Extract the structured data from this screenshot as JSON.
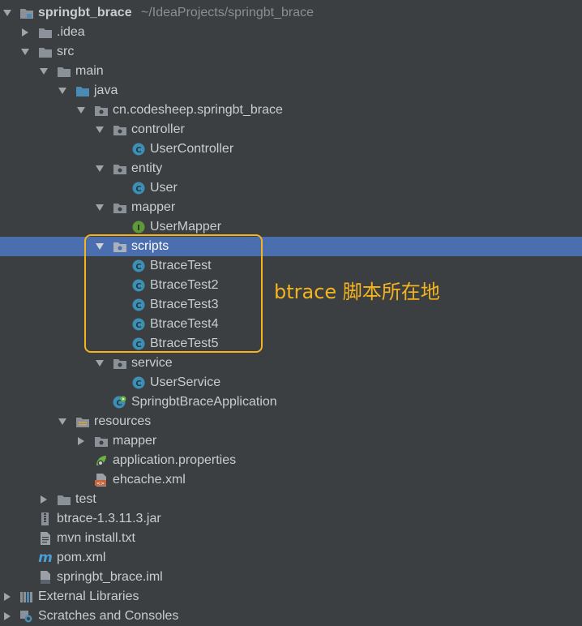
{
  "project": {
    "name": "springbt_brace",
    "path": "~/IdeaProjects/springbt_brace"
  },
  "tree": {
    "idea": ".idea",
    "src": "src",
    "main": "main",
    "java": "java",
    "package": "cn.codesheep.springbt_brace",
    "controller": "controller",
    "user_controller": "UserController",
    "entity": "entity",
    "user": "User",
    "mapper": "mapper",
    "user_mapper": "UserMapper",
    "scripts": "scripts",
    "scripts_files": [
      "BtraceTest",
      "BtraceTest2",
      "BtraceTest3",
      "BtraceTest4",
      "BtraceTest5"
    ],
    "service": "service",
    "user_service": "UserService",
    "application": "SpringbtBraceApplication",
    "resources": "resources",
    "res_mapper": "mapper",
    "app_properties": "application.properties",
    "ehcache": "ehcache.xml",
    "test": "test",
    "jar": "btrace-1.3.11.3.jar",
    "mvn_txt": "mvn install.txt",
    "pom": "pom.xml",
    "iml": "springbt_brace.iml",
    "external_libraries": "External Libraries",
    "scratches": "Scratches and Consoles"
  },
  "annotation": {
    "text": "btrace 脚本所在地"
  },
  "colors": {
    "background": "#3c3f41",
    "selection": "#4b6eaf",
    "highlight": "#f5b31d",
    "class_icon": "#3d8fb3",
    "interface_icon": "#5e9a3c",
    "folder": "#8a9199",
    "source_folder": "#4a8ab4"
  }
}
